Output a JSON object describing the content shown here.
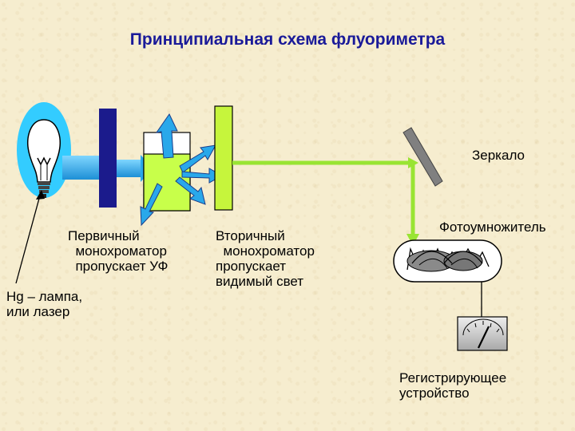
{
  "title": "Принципиальная схема флуориметра",
  "labels": {
    "mirror": "Зеркало",
    "pmt": "Фотоумножитель",
    "primary_mono": "Первичный\n  монохроматор\n  пропускает УФ",
    "secondary_mono": "Вторичный\n  монохроматор\nпропускает\nвидимый свет",
    "lamp": "Hg – лампа,\nили лазер",
    "recorder": "Регистрирующее\nустройство"
  },
  "colors": {
    "title": "#1a1a99",
    "lamp_glow": "#33ccff",
    "uv_beam": "#29a8ea",
    "primary_filter": "#1b1b8c",
    "sample": "#c8ff4a",
    "secondary_filter": "#c6f53c",
    "visible_beam": "#99e433",
    "mirror": "#808080"
  }
}
